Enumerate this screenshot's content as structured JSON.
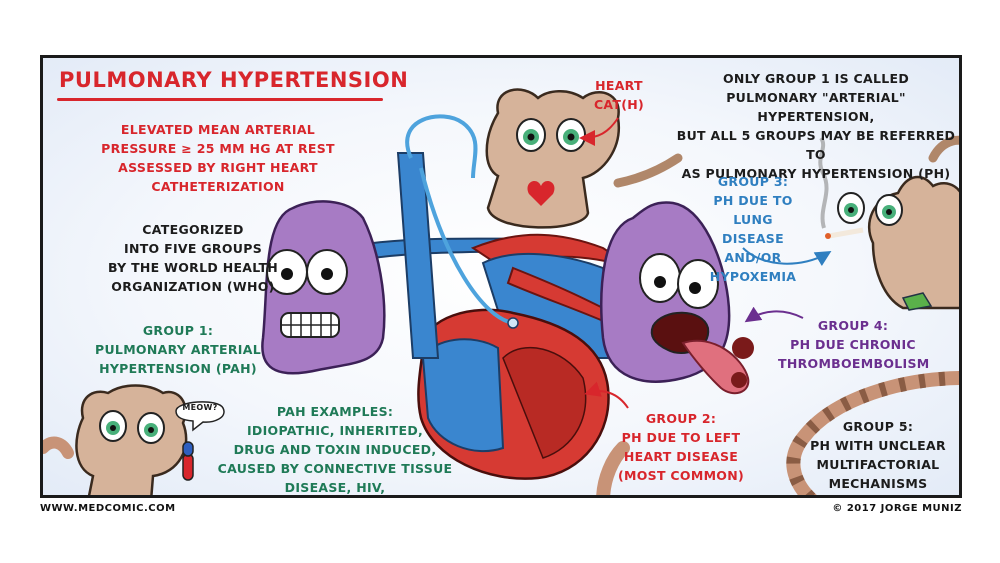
{
  "title": "PULMONARY HYPERTENSION",
  "definition": "ELEVATED MEAN ARTERIAL\nPRESSURE ≥ 25 MM Hg AT REST\nASSESSED BY RIGHT HEART\nCATHETERIZATION",
  "categorized": "CATEGORIZED\nINTO FIVE GROUPS\nBY THE WORLD HEALTH\nORGANIZATION (WHO)",
  "group1": "GROUP 1:\nPULMONARY ARTERIAL\nHYPERTENSION (PAH)",
  "pah_examples": "PAH EXAMPLES:\nIDIOPATHIC, INHERITED,\nDRUG AND TOXIN INDUCED,\nCAUSED BY CONNECTIVE TISSUE\nDISEASE, HIV, SCHISTOSOMIASIS",
  "heart_cat": "HEART\nCAT(H)",
  "only_group1": "ONLY GROUP 1 IS CALLED\nPULMONARY \"ARTERIAL\" HYPERTENSION,\nBUT ALL 5 GROUPS MAY BE REFERRED TO\nAS PULMONARY HYPERTENSION (PH)",
  "group3": "GROUP 3:\nPH DUE TO LUNG\nDISEASE AND/OR\nHYPOXEMIA",
  "group4": "GROUP 4:\nPH DUE CHRONIC\nTHROMBOEMBOLISM",
  "group2": "GROUP 2:\nPH DUE TO LEFT\nHEART DISEASE\n(MOST COMMON)",
  "group5": "GROUP 5:\nPH WITH UNCLEAR\nMULTIFACTORIAL\nMECHANISMS",
  "meow": "MEOW?",
  "footer_left": "WWW.MEDCOMIC.COM",
  "footer_right": "© 2017 JORGE MUNIZ",
  "colors": {
    "red": "#d8262c",
    "green": "#1f7a57",
    "blue": "#2f7fc0",
    "purple": "#6b2f8f",
    "lung": "#a77bc4",
    "vein": "#3a86cf",
    "artery": "#d63a33",
    "cat": "#d6b39a"
  }
}
